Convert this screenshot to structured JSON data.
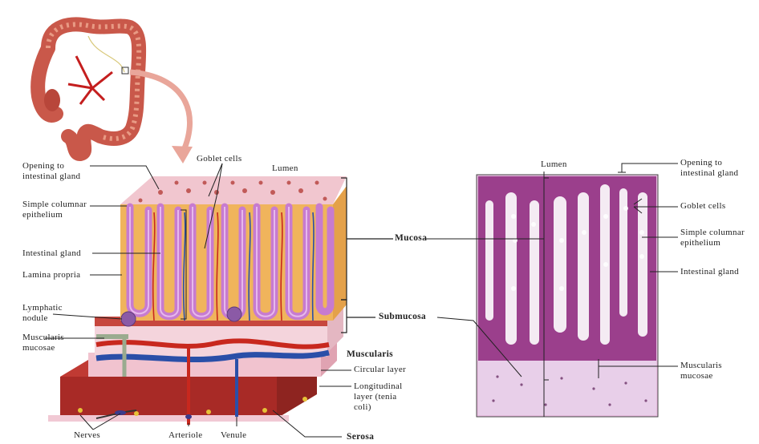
{
  "labels": {
    "opening_left": [
      "Opening to",
      "intestinal gland"
    ],
    "goblet_left": "Goblet cells",
    "lumen_left": "Lumen",
    "simple_left": [
      "Simple columnar",
      "epithelium"
    ],
    "gland_left": "Intestinal gland",
    "lamina": "Lamina propria",
    "lymph": [
      "Lymphatic",
      "nodule"
    ],
    "mm_left": [
      "Muscularis",
      "mucosae"
    ],
    "mucosa": "Mucosa",
    "submucosa": "Submucosa",
    "muscularis": "Muscularis",
    "circular": "Circular layer",
    "longitudinal": [
      "Longitudinal",
      "layer (tenia",
      "coli)"
    ],
    "nerves": "Nerves",
    "arteriole": "Arteriole",
    "venule": "Venule",
    "serosa": "Serosa",
    "lumen_right": "Lumen",
    "opening_right": [
      "Opening to",
      "intestinal gland"
    ],
    "goblet_right": "Goblet cells",
    "simple_right": [
      "Simple columnar",
      "epithelium"
    ],
    "gland_right": "Intestinal gland",
    "mm_right": [
      "Muscularis",
      "mucosae"
    ]
  },
  "colors": {
    "epithelium": "#c77bd0",
    "lamina": "#f0b45c",
    "submucosa": "#f3cfd8",
    "muscle": "#b9332f",
    "artery": "#c8281e",
    "vein": "#2a4fa8",
    "histo": "#b8479c"
  }
}
